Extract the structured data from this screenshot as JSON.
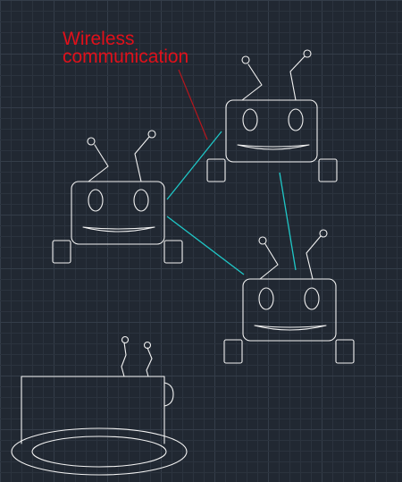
{
  "annotation": {
    "lines": [
      "Wireless",
      "communication"
    ]
  },
  "colors": {
    "background": "#212832",
    "grid_minor": "#2b333e",
    "grid_major": "#343d49",
    "drawing_lines": "#f2f2f2",
    "wireless_links": "#1fc7c7",
    "annotation": "#e0101a",
    "leader_line": "#b5161d"
  },
  "entities": [
    {
      "name": "robot-top-right",
      "type": "robot"
    },
    {
      "name": "robot-left",
      "type": "robot"
    },
    {
      "name": "robot-bottom-right",
      "type": "robot"
    },
    {
      "name": "charging-base",
      "type": "base-station"
    }
  ],
  "links": [
    {
      "from": "robot-left",
      "to": "robot-top-right"
    },
    {
      "from": "robot-left",
      "to": "robot-bottom-right"
    },
    {
      "from": "robot-top-right",
      "to": "robot-bottom-right"
    }
  ]
}
